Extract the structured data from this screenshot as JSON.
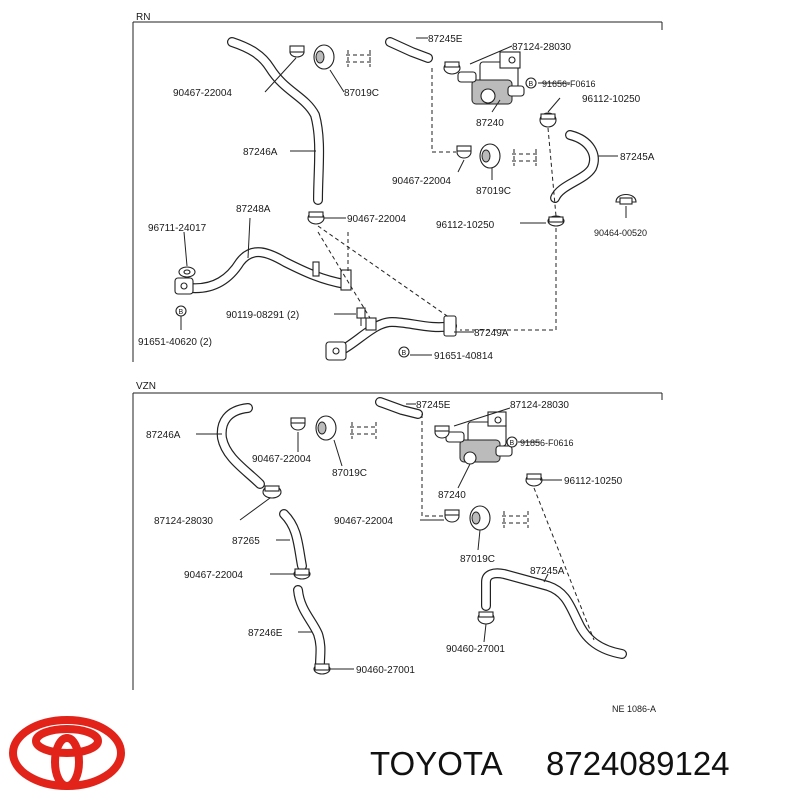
{
  "sections": {
    "rn": "RN",
    "vzn": "VZN"
  },
  "labels": {
    "rn": {
      "p87245e": "87245E",
      "p87124": "87124-28030",
      "p90467a": "90467-22004",
      "p87019ca": "87019C",
      "p91656": "91656-F0616",
      "p96112a": "96112-10250",
      "p87240": "87240",
      "p87246a": "87246A",
      "p87245a": "87245A",
      "p90467b": "90467-22004",
      "p87019cb": "87019C",
      "p87248a": "87248A",
      "p96711": "96711-24017",
      "p90467c": "90467-22004",
      "p96112b": "96112-10250",
      "p90464": "90464-00520",
      "p90119": "90119-08291 (2)",
      "p87249a": "87249A",
      "p91651a": "91651-40620 (2)",
      "p91651b": "91651-40814"
    },
    "vzn": {
      "p87245e": "87245E",
      "p87124a": "87124-28030",
      "p87246a": "87246A",
      "p91656": "91856-F0616",
      "p90467a": "90467-22004",
      "p87019ca": "87019C",
      "p96112": "96112-10250",
      "p87240": "87240",
      "p87124b": "87124-28030",
      "p90467b": "90467-22004",
      "p87265": "87265",
      "p87019cb": "87019C",
      "p87245a": "87245A",
      "p90467c": "90467-22004",
      "p90460a": "90460-27001",
      "p87246e": "87246E",
      "p90460b": "90460-27001"
    }
  },
  "footer": {
    "ref": "NE  1086-A",
    "brand": "TOYOTA",
    "part_number": "8724089124"
  },
  "colors": {
    "logo": "#e2231a",
    "ink": "#222222"
  }
}
